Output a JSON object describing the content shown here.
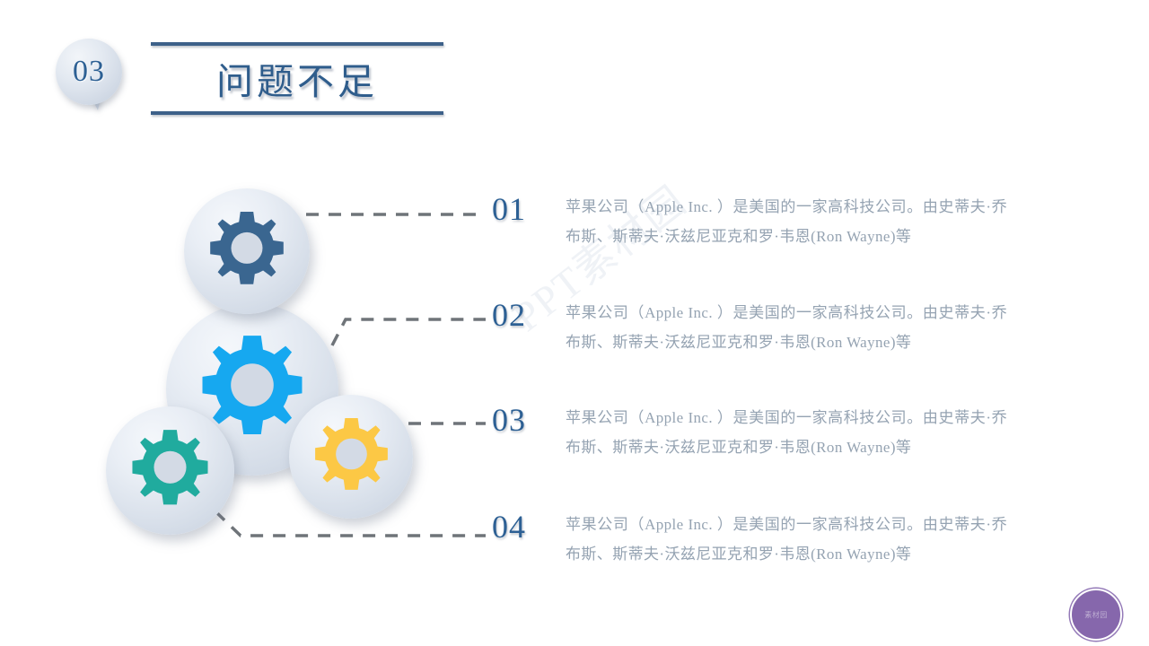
{
  "slide": {
    "section_number": "03",
    "title": "问题不足",
    "accent_color": "#3d6189",
    "number_color": "#2d6094",
    "body_text_color": "#95a3b2",
    "connector_color": "#6f7479"
  },
  "gears": [
    {
      "name": "gear-top",
      "color": "#3a6690",
      "teeth": 8,
      "label": "dark-blue-gear"
    },
    {
      "name": "gear-center",
      "color": "#16a8f0",
      "teeth": 8,
      "label": "blue-gear"
    },
    {
      "name": "gear-left",
      "color": "#20ab9e",
      "teeth": 8,
      "label": "teal-gear"
    },
    {
      "name": "gear-right",
      "color": "#fcc845",
      "teeth": 8,
      "label": "yellow-gear"
    }
  ],
  "rows": [
    {
      "number": "01",
      "text": "苹果公司（Apple Inc. ）是美国的一家高科技公司。由史蒂夫·乔布斯、斯蒂夫·沃兹尼亚克和罗·韦恩(Ron Wayne)等"
    },
    {
      "number": "02",
      "text": "苹果公司（Apple Inc. ）是美国的一家高科技公司。由史蒂夫·乔布斯、斯蒂夫·沃兹尼亚克和罗·韦恩(Ron Wayne)等"
    },
    {
      "number": "03",
      "text": "苹果公司（Apple Inc. ）是美国的一家高科技公司。由史蒂夫·乔布斯、斯蒂夫·沃兹尼亚克和罗·韦恩(Ron Wayne)等"
    },
    {
      "number": "04",
      "text": "苹果公司（Apple Inc. ）是美国的一家高科技公司。由史蒂夫·乔布斯、斯蒂夫·沃兹尼亚克和罗·韦恩(Ron Wayne)等"
    }
  ],
  "watermark": {
    "text": "PPT素材园",
    "logo_color": "#7c5ba6",
    "logo_label": "素材园"
  }
}
